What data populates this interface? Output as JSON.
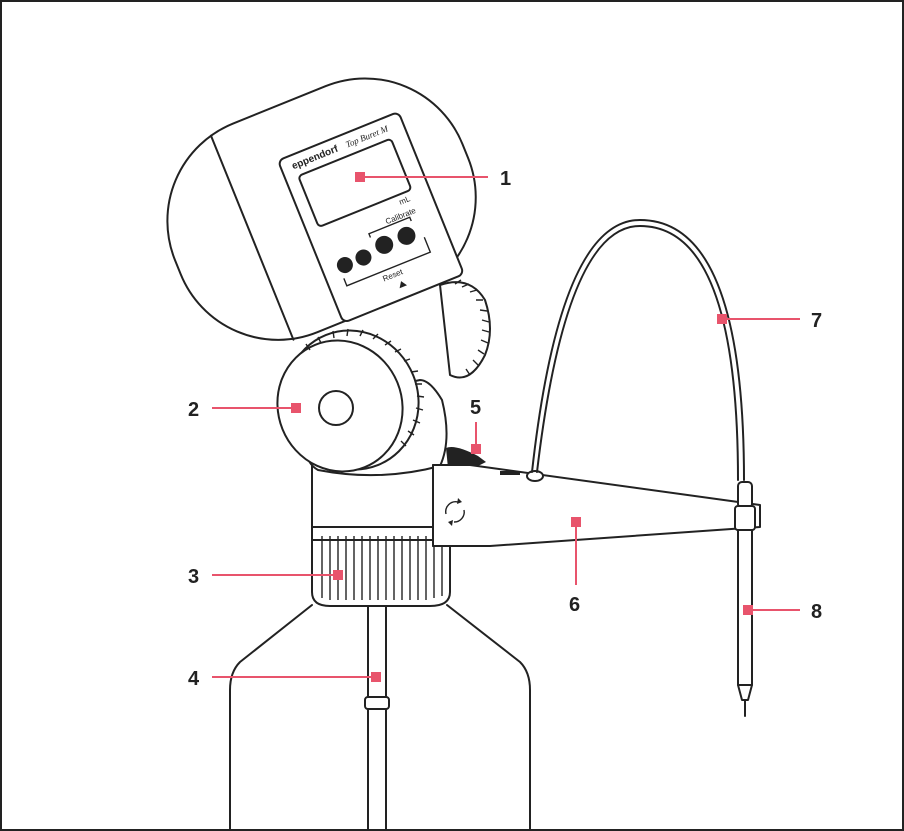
{
  "device": {
    "brand": "eppendorf",
    "model": "Top Buret M",
    "display_unit": "mL",
    "calibrate_label": "Calibrate",
    "reset_label": "Reset"
  },
  "callouts": [
    {
      "id": "1",
      "label": "1"
    },
    {
      "id": "2",
      "label": "2"
    },
    {
      "id": "3",
      "label": "3"
    },
    {
      "id": "4",
      "label": "4"
    },
    {
      "id": "5",
      "label": "5"
    },
    {
      "id": "6",
      "label": "6"
    },
    {
      "id": "7",
      "label": "7"
    },
    {
      "id": "8",
      "label": "8"
    }
  ],
  "colors": {
    "callout": "#e8546c",
    "outline": "#222222"
  }
}
